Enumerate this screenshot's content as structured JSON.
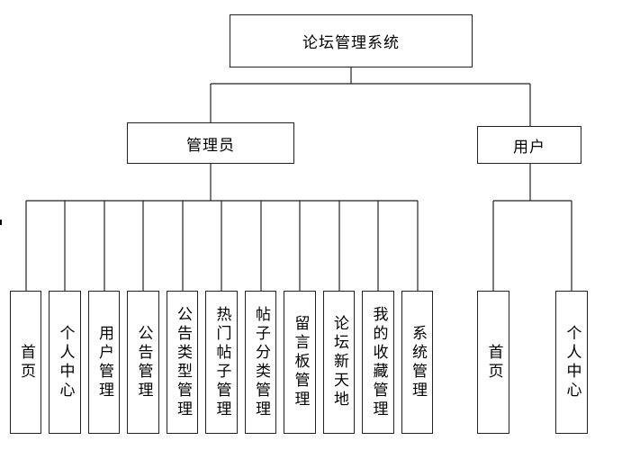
{
  "root": {
    "label": "论坛管理系统"
  },
  "admin": {
    "label": "管理员",
    "children": [
      "首页",
      "个人中心",
      "用户管理",
      "公告管理",
      "公告类型管理",
      "热门帖子管理",
      "帖子分类管理",
      "留言板管理",
      "论坛新天地",
      "我的收藏管理",
      "系统管理"
    ]
  },
  "user": {
    "label": "用户",
    "children": [
      "首页",
      "个人中心"
    ]
  },
  "colors": {
    "line": "#222222",
    "box_border": "#222222",
    "text": "#000000"
  }
}
